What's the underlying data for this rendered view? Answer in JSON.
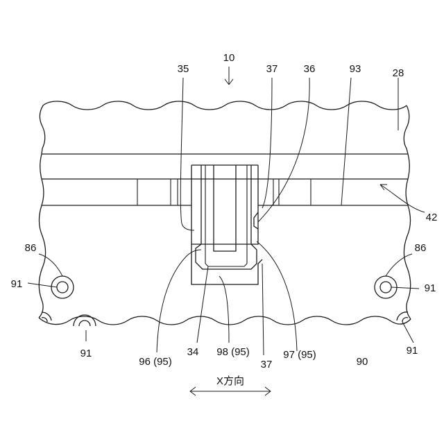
{
  "labels": {
    "l10": "10",
    "l35": "35",
    "l37_top": "37",
    "l36": "36",
    "l93": "93",
    "l28": "28",
    "l42": "42",
    "l86_left": "86",
    "l86_right": "86",
    "l91_left": "91",
    "l91_right": "91",
    "l91_bottom_left": "91",
    "l91_bottom_right": "91",
    "l96": "96 (95)",
    "l34": "34",
    "l98": "98 (95)",
    "l37_bottom": "37",
    "l97": "97 (95)",
    "l90": "90",
    "direction": "X方向"
  }
}
